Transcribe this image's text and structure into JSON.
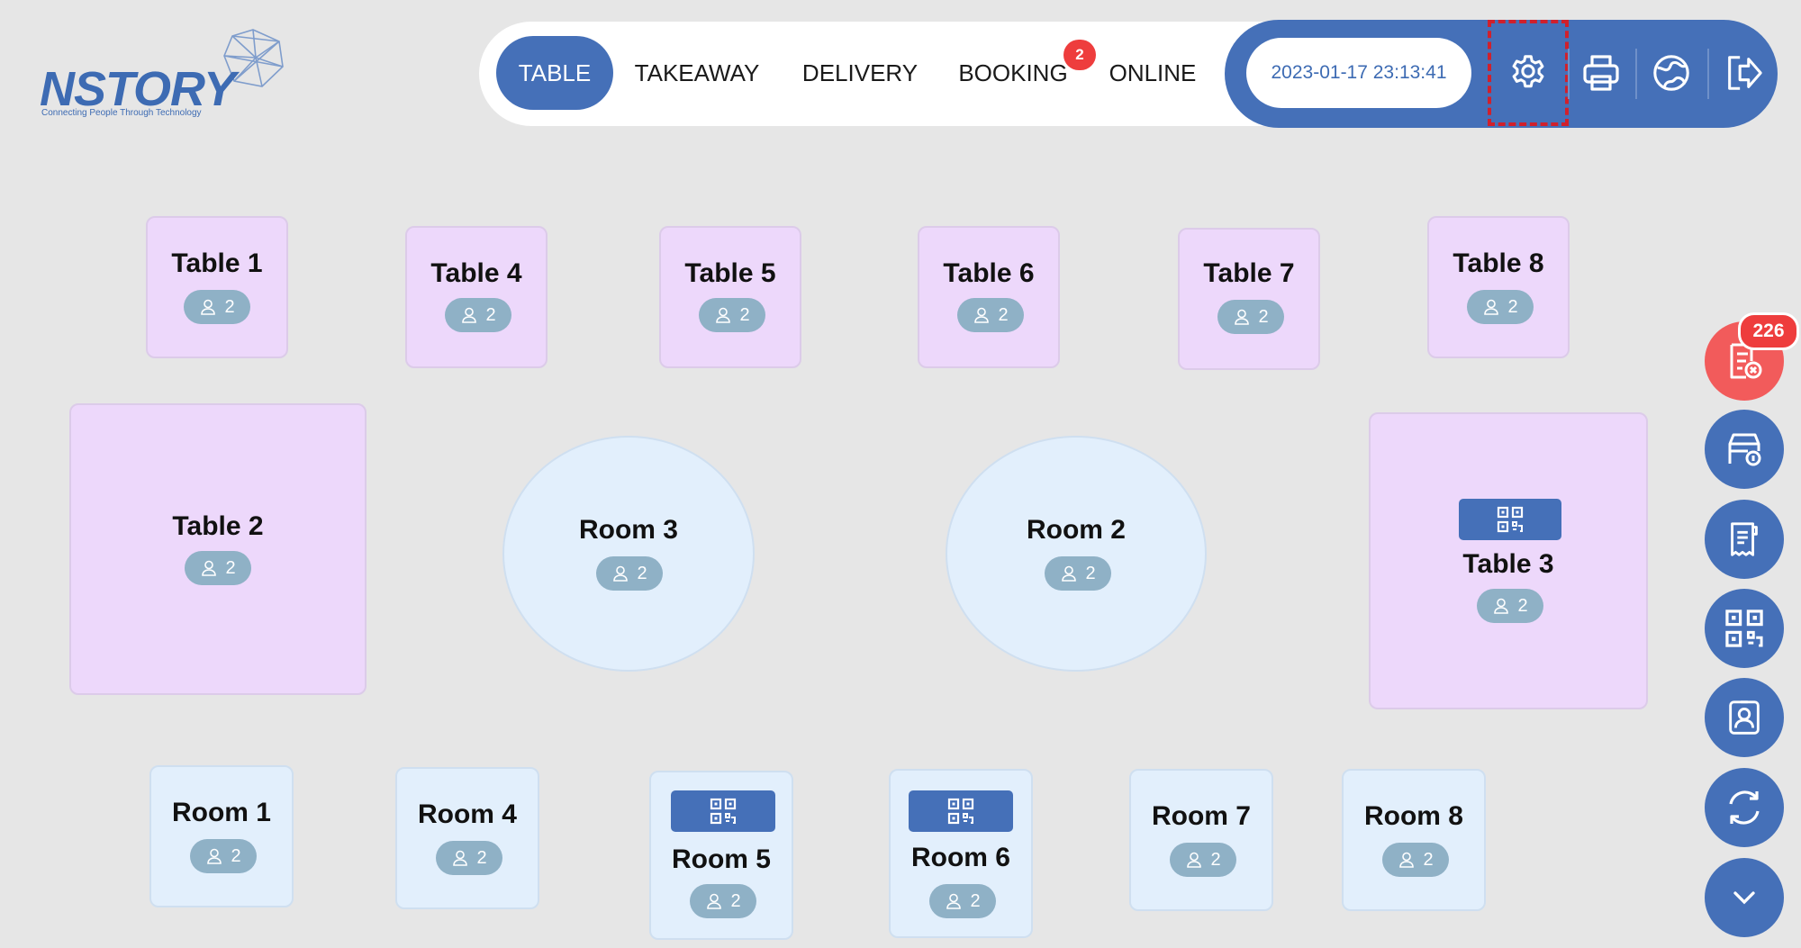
{
  "brand": {
    "name": "NSTORY",
    "tagline": "Connecting People Through Technology"
  },
  "nav": {
    "tabs": [
      {
        "label": "TABLE",
        "active": true
      },
      {
        "label": "TAKEAWAY"
      },
      {
        "label": "DELIVERY"
      },
      {
        "label": "BOOKING",
        "badge": "2"
      },
      {
        "label": "ONLINE"
      }
    ],
    "datetime": "2023-01-17 23:13:41",
    "icons": [
      "gear-icon",
      "printer-icon",
      "globe-icon",
      "logout-icon"
    ]
  },
  "tables": {
    "t1": {
      "name": "Table 1",
      "guests": "2"
    },
    "t4": {
      "name": "Table 4",
      "guests": "2"
    },
    "t5": {
      "name": "Table 5",
      "guests": "2"
    },
    "t6": {
      "name": "Table 6",
      "guests": "2"
    },
    "t7": {
      "name": "Table 7",
      "guests": "2"
    },
    "t8": {
      "name": "Table 8",
      "guests": "2"
    },
    "t2": {
      "name": "Table 2",
      "guests": "2"
    },
    "r3": {
      "name": "Room 3",
      "guests": "2"
    },
    "r2": {
      "name": "Room 2",
      "guests": "2"
    },
    "t3": {
      "name": "Table 3",
      "guests": "2"
    },
    "r1": {
      "name": "Room 1",
      "guests": "2"
    },
    "r4": {
      "name": "Room 4",
      "guests": "2"
    },
    "r5": {
      "name": "Room 5",
      "guests": "2"
    },
    "r6": {
      "name": "Room 6",
      "guests": "2"
    },
    "r7": {
      "name": "Room 7",
      "guests": "2"
    },
    "r8": {
      "name": "Room 8",
      "guests": "2"
    }
  },
  "side_actions": {
    "orders_badge": "226",
    "icons": [
      "cancelled-orders-icon",
      "cashier-icon",
      "receipt-icon",
      "qr-code-icon",
      "staff-badge-icon",
      "refresh-icon",
      "chevron-down-icon"
    ]
  },
  "colors": {
    "primary": "#4570b8",
    "table": "#edd8fb",
    "room": "#e2effc",
    "alert": "#ee3d3d"
  }
}
